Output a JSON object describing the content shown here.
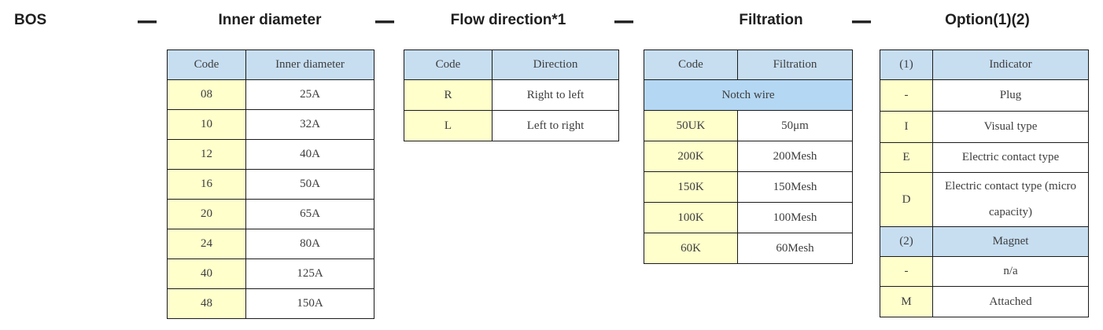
{
  "model_code": {
    "prefix": "BOS",
    "separator": "—",
    "segment_titles": [
      "Inner diameter",
      "Flow direction*1",
      "Filtration",
      "Option(1)(2)"
    ]
  },
  "colors": {
    "header_blue": "#c7def1",
    "group_row_blue": "#b4d7f3",
    "code_yellow": "#ffffcc",
    "border": "#1a1a1a",
    "cell_text": "#3d3d3d",
    "title_text": "#1f1f1f"
  },
  "tables": {
    "inner_diameter": {
      "headers": [
        "Code",
        "Inner diameter"
      ],
      "rows": [
        [
          "08",
          "25A"
        ],
        [
          "10",
          "32A"
        ],
        [
          "12",
          "40A"
        ],
        [
          "16",
          "50A"
        ],
        [
          "20",
          "65A"
        ],
        [
          "24",
          "80A"
        ],
        [
          "40",
          "125A"
        ],
        [
          "48",
          "150A"
        ]
      ]
    },
    "flow_direction": {
      "headers": [
        "Code",
        "Direction"
      ],
      "rows": [
        [
          "R",
          "Right to left"
        ],
        [
          "L",
          "Left to right"
        ]
      ]
    },
    "filtration": {
      "headers": [
        "Code",
        "Filtration"
      ],
      "group_row": "Notch wire",
      "rows": [
        [
          "50UK",
          "50μm"
        ],
        [
          "200K",
          "200Mesh"
        ],
        [
          "150K",
          "150Mesh"
        ],
        [
          "100K",
          "100Mesh"
        ],
        [
          "60K",
          "60Mesh"
        ]
      ]
    },
    "option": {
      "section1_header": [
        "(1)",
        "Indicator"
      ],
      "section1_rows": [
        [
          "-",
          "Plug"
        ],
        [
          "I",
          "Visual type"
        ],
        [
          "E",
          "Electric contact type"
        ],
        [
          "D",
          "Electric contact type (micro capacity)"
        ]
      ],
      "section2_header": [
        "(2)",
        "Magnet"
      ],
      "section2_rows": [
        [
          "-",
          "n/a"
        ],
        [
          "M",
          "Attached"
        ]
      ]
    }
  }
}
